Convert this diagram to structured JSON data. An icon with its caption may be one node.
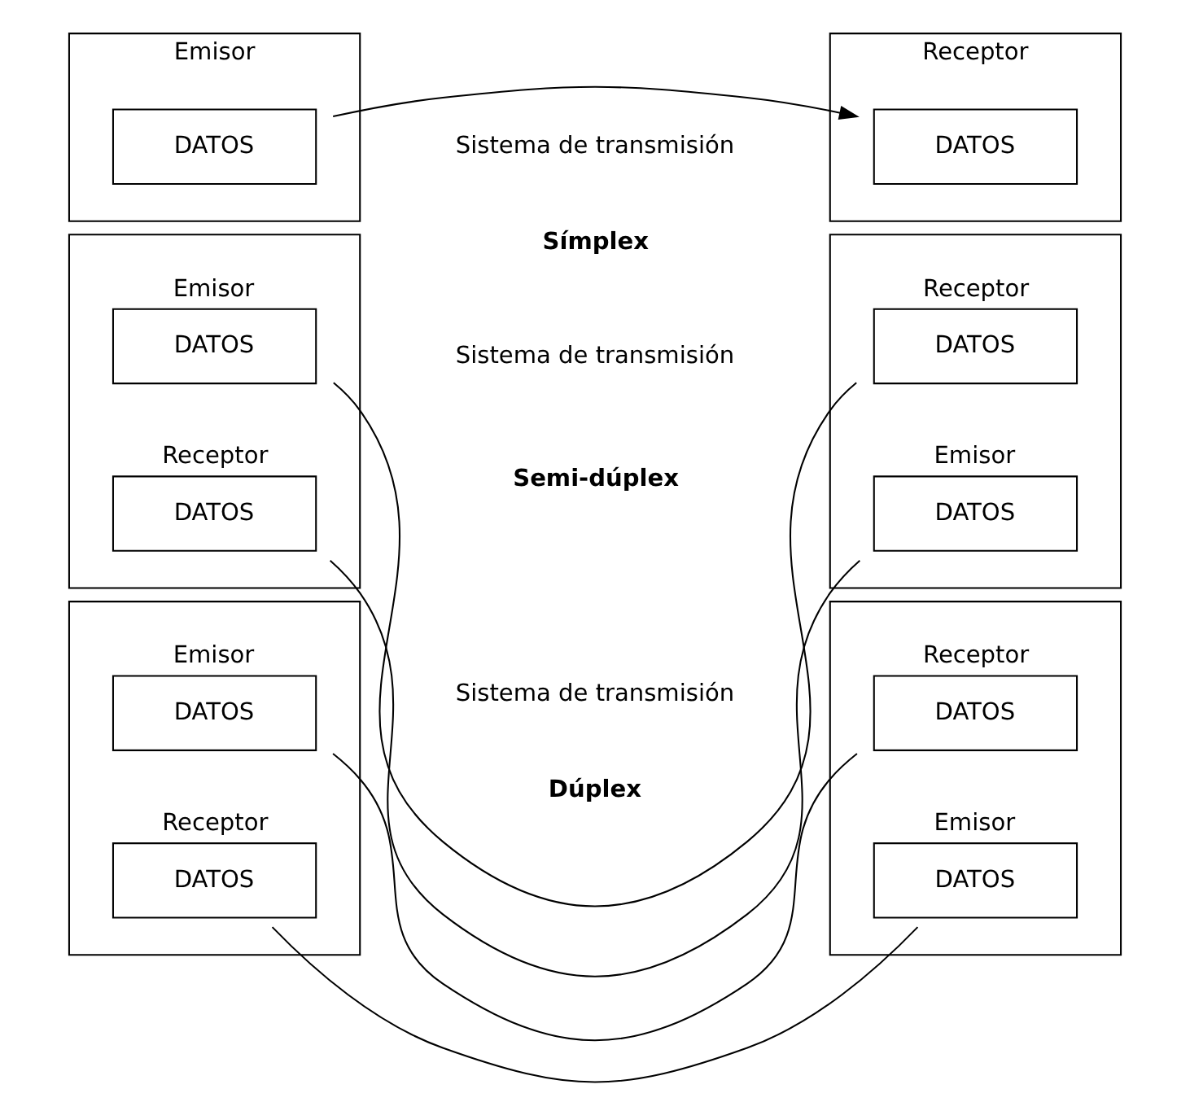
{
  "diagram": {
    "nodes": [
      {
        "text": [
          "Emisor"
        ]
      },
      {
        "text": [
          "DATOS"
        ],
        "in": 0
      },
      {
        "text": [
          "Receptor"
        ]
      },
      {
        "text": [
          "DATOS"
        ],
        "in": 2
      },
      {
        "text": [],
        "shape": "box"
      },
      {
        "text": [
          "Emisor",
          "DATOS"
        ],
        "in": 4
      },
      {
        "text": [
          "Receptor",
          "DATOS"
        ],
        "in": 4
      },
      {
        "text": [],
        "shape": "box"
      },
      {
        "text": [
          "Receptor",
          "DATOS"
        ],
        "in": 7
      },
      {
        "text": [
          "Emisor",
          "DATOS"
        ],
        "in": 7
      },
      {
        "text": [],
        "shape": "box"
      },
      {
        "text": [
          "Emisor",
          "DATOS"
        ],
        "in": 10
      },
      {
        "text": [
          "Receptor",
          "DATOS"
        ],
        "in": 10
      },
      {
        "text": [],
        "shape": "box"
      },
      {
        "text": [
          "Receptor",
          "DATOS"
        ],
        "in": 13
      },
      {
        "text": [
          "Emisor",
          "DATOS"
        ],
        "in": 13
      }
    ],
    "edges": [
      {
        "from": 1,
        "to": 3,
        "arrow": "to"
      },
      {
        "from": 5,
        "to": 8,
        "arrow": "none"
      },
      {
        "from": 9,
        "to": 6,
        "arrow": "none"
      },
      {
        "from": 11,
        "to": 14,
        "arrow": "none"
      },
      {
        "from": 15,
        "to": 12,
        "arrow": "none"
      }
    ],
    "labels": [
      "Sistema de transmisión",
      "Símplex",
      "Sistema de transmisión",
      "Semi-dúplex",
      "Sistema de transmisión",
      "Dúplex"
    ]
  }
}
